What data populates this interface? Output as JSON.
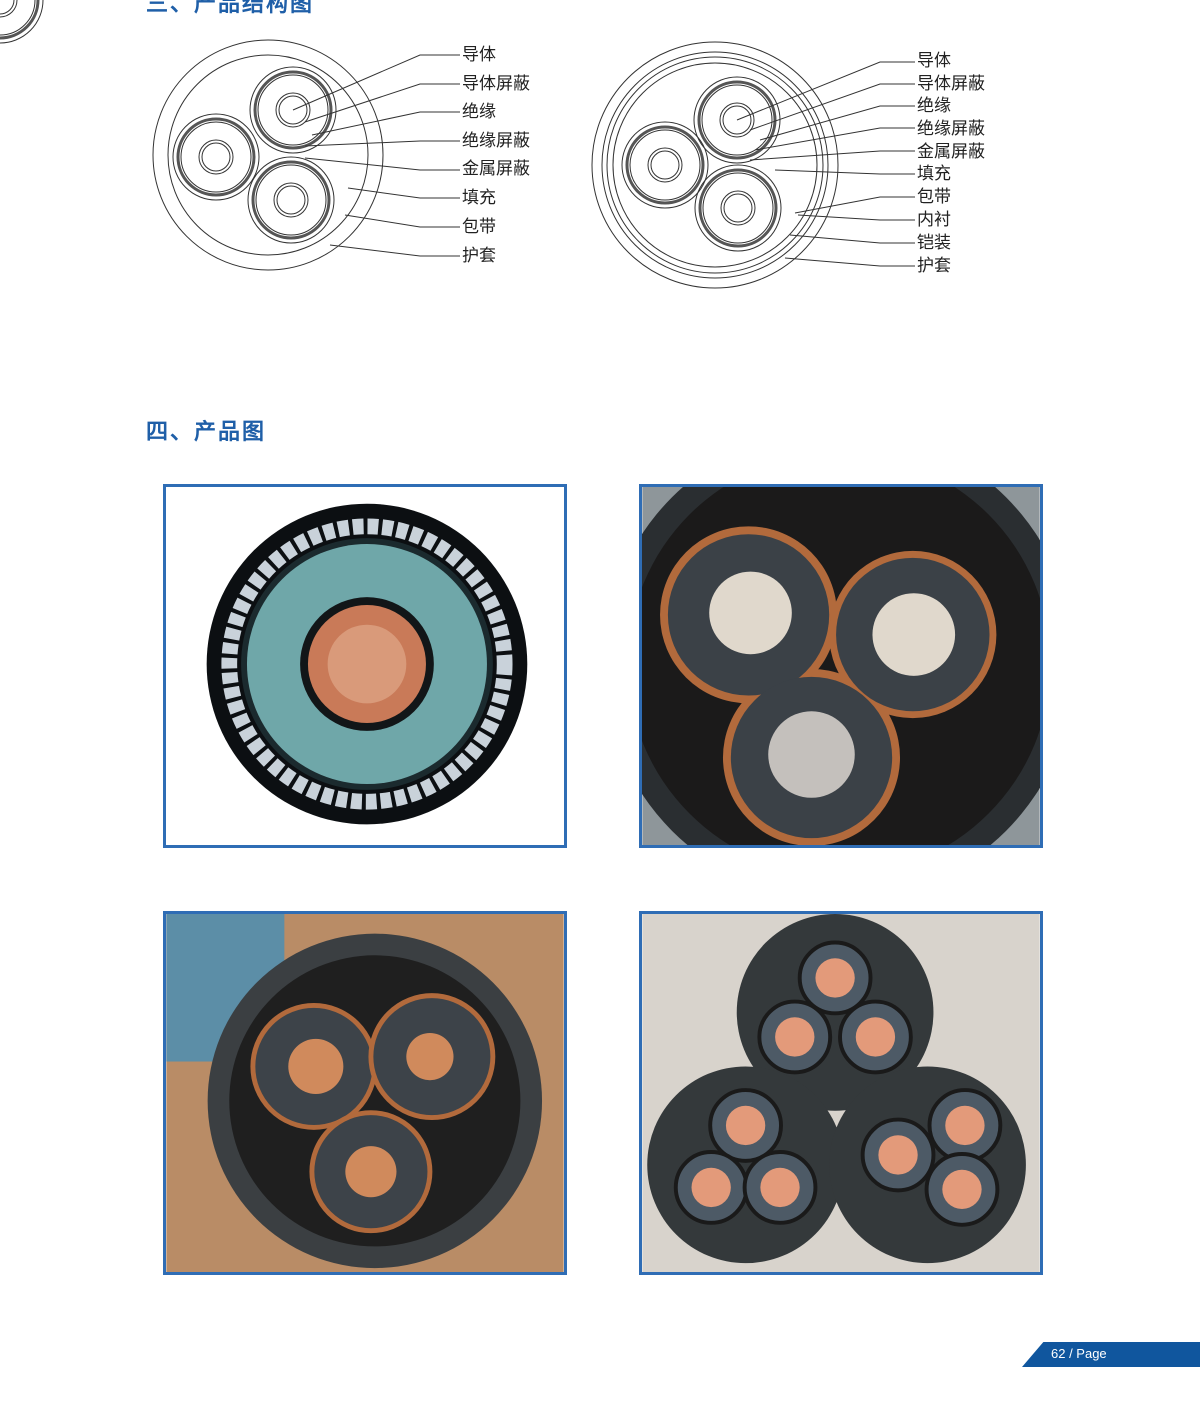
{
  "section3_title": "三、产品结构图",
  "section4_title": "四、产品图",
  "diagram_left_labels": [
    "导体",
    "导体屏蔽",
    "绝缘",
    "绝缘屏蔽",
    "金属屏蔽",
    "填充",
    "包带",
    "护套"
  ],
  "diagram_right_labels": [
    "导体",
    "导体屏蔽",
    "绝缘",
    "绝缘屏蔽",
    "金属屏蔽",
    "填充",
    "包带",
    "内衬",
    "铠装",
    "护套"
  ],
  "page_label": "62 / Page",
  "colors": {
    "accent": "#1f5fa8",
    "frame": "#2f6db5",
    "footer": "#10569e"
  }
}
